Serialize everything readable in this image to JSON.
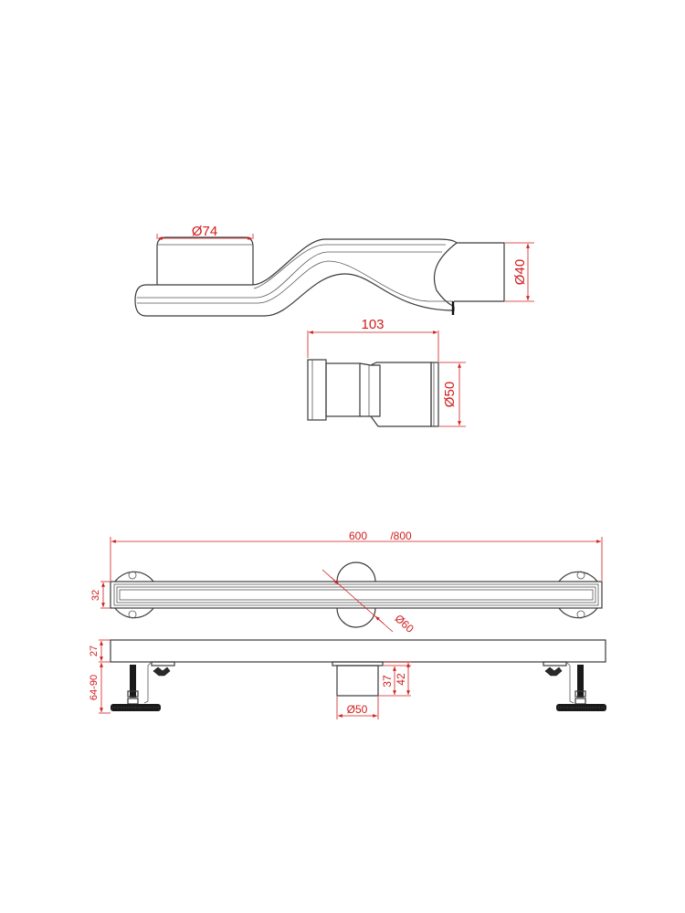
{
  "drawing": {
    "siphon_side_view": {
      "dim_top_diameter": "Ø74",
      "dim_outlet_diameter": "Ø40"
    },
    "adapter_view": {
      "dim_length": "103",
      "dim_diameter": "Ø50"
    },
    "drain_top_view": {
      "dim_length_600": "600",
      "dim_length_800": "/800",
      "dim_width": "32",
      "dim_outlet_diameter": "Ø60"
    },
    "drain_side_view": {
      "dim_channel_height": "27",
      "dim_leg_height": "64-90",
      "dim_outlet_height_37": "37",
      "dim_outlet_height_42": "42",
      "dim_outlet_diameter": "Ø50"
    },
    "colors": {
      "line": "#3a3a3a",
      "dimension": "#d01c1c",
      "background": "#ffffff"
    }
  }
}
